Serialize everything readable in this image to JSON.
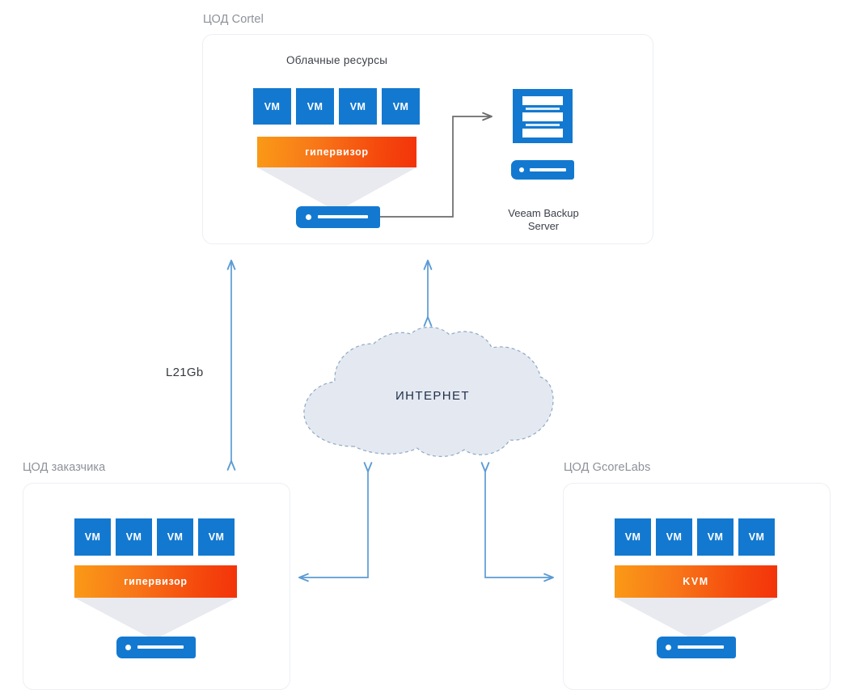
{
  "panels": {
    "cortel": {
      "title": "ЦОД Cortel",
      "section_title": "Облачные ресурсы",
      "vms": [
        "VM",
        "VM",
        "VM",
        "VM"
      ],
      "hypervisor_label": "гипервизор",
      "veeam_label": "Veeam Backup\nServer"
    },
    "customer": {
      "title": "ЦОД заказчика",
      "vms": [
        "VM",
        "VM",
        "VM",
        "VM"
      ],
      "hypervisor_label": "гипервизор"
    },
    "gcorelabs": {
      "title": "ЦОД GcoreLabs",
      "vms": [
        "VM",
        "VM",
        "VM",
        "VM"
      ],
      "hypervisor_label": "KVM"
    }
  },
  "cloud": {
    "label": "ИНТЕРНЕТ"
  },
  "links": {
    "left_channel_label": "L21Gb"
  },
  "colors": {
    "vm_blue": "#1379d0",
    "gradient_start": "#fa9a17",
    "gradient_end": "#f3330a",
    "funnel_gray": "#e8eaf0",
    "cloud_fill": "#e4e9f1",
    "cloud_stroke": "#8fa8c4",
    "arrow_blue": "#5b9bd5",
    "arrow_gray": "#6b6b6b",
    "panel_border": "#edeff4",
    "title_gray": "#8d9199"
  }
}
